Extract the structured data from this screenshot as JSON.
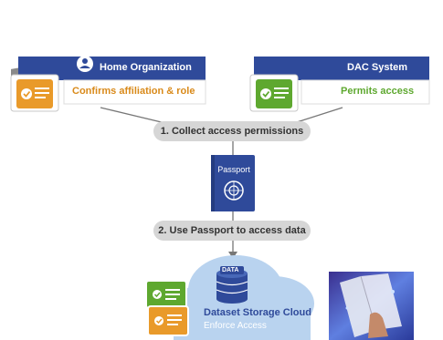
{
  "home_org": {
    "title": "Home Organization",
    "description": "Confirms affiliation & role",
    "title_bar_color": "#2f4a9a",
    "description_color": "#d98a1a"
  },
  "dac_system": {
    "title": "DAC System",
    "description": "Permits access",
    "title_bar_color": "#2f4a9a",
    "description_color": "#5ea82f"
  },
  "steps": [
    {
      "label": "1. Collect access permissions"
    },
    {
      "label": "2. Use Passport to access data"
    }
  ],
  "passport": {
    "label": "Passport",
    "color": "#2f4a9a"
  },
  "cloud": {
    "data_label": "DATA",
    "title": "Dataset Storage Cloud",
    "subtitle": "Enforce Access",
    "color": "#b9d3ef"
  },
  "icons": [
    "user-icon",
    "check-badge-icon",
    "database-icon",
    "passport-emblem-icon",
    "arrow-down-icon"
  ]
}
